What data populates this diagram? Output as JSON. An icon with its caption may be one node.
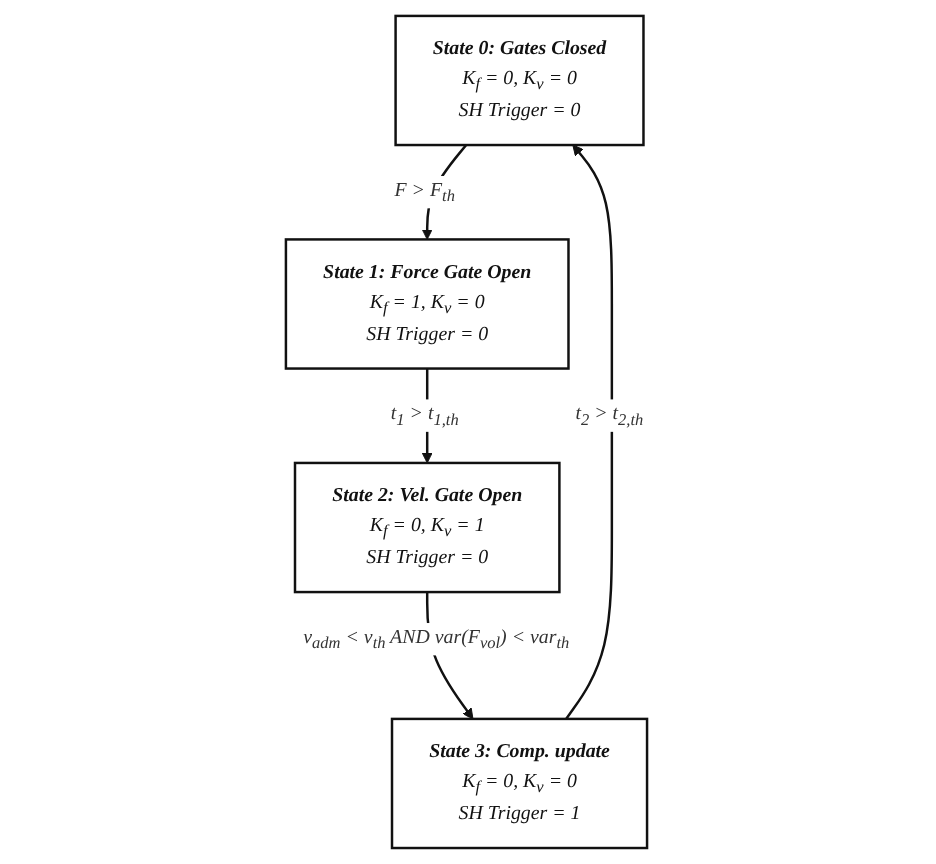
{
  "diagram": {
    "nodes": [
      {
        "text": [
          "State 0: Gates Closed",
          "K$_{f}$ = 0, K$_{v}$ = 0",
          "SH Trigger = 0"
        ]
      },
      {
        "text": [
          "State 1: Force Gate Open",
          "K$_{f}$ = 1, K$_{v}$ = 0",
          "SH Trigger = 0"
        ]
      },
      {
        "text": [
          "State 2: Vel. Gate Open",
          "K$_{f}$ = 0, K$_{v}$ = 1",
          "SH Trigger = 0"
        ]
      },
      {
        "text": [
          "State 3: Comp. update",
          "K$_{f}$ = 0, K$_{v}$ = 0",
          "SH Trigger = 1"
        ]
      }
    ],
    "edges": [
      {
        "from": 0,
        "to": 1,
        "arrow": "to",
        "label": "F > F$_{th}$"
      },
      {
        "from": 1,
        "to": 2,
        "arrow": "to",
        "label": "t$_{1}$ > t$_{1,th}$"
      },
      {
        "from": 2,
        "to": 3,
        "arrow": "to",
        "label": "v$_{adm}$ < v$_{th}$ AND var(F$_{vol}$) < var$_{th}$"
      },
      {
        "from": 3,
        "to": 0,
        "arrow": "to",
        "label": "t$_{2}$ > t$_{2,th}$"
      }
    ]
  }
}
